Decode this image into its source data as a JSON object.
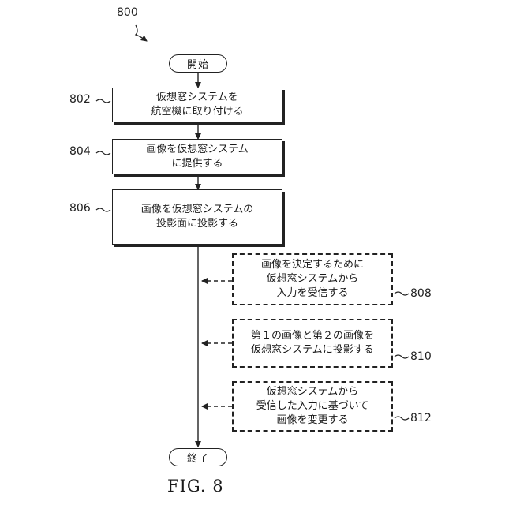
{
  "figure_number": "800",
  "caption": "FIG. 8",
  "start_label": "開始",
  "end_label": "終了",
  "steps": [
    {
      "ref": "802",
      "text": "仮想窓システムを\n航空機に取り付ける"
    },
    {
      "ref": "804",
      "text": "画像を仮想窓システム\nに提供する"
    },
    {
      "ref": "806",
      "text": "画像を仮想窓システムの\n投影面に投影する"
    }
  ],
  "optional_steps": [
    {
      "ref": "808",
      "text": "画像を決定するために\n仮想窓システムから\n入力を受信する"
    },
    {
      "ref": "810",
      "text": "第１の画像と第２の画像を\n仮想窓システムに投影する"
    },
    {
      "ref": "812",
      "text": "仮想窓システムから\n受信した入力に基づいて\n画像を変更する"
    }
  ]
}
